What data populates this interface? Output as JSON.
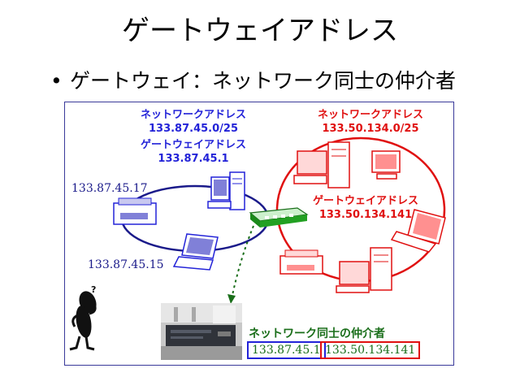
{
  "slide": {
    "title": "ゲートウェイアドレス",
    "bullet": "ゲートウェイ：ネットワーク同士の仲介者"
  },
  "left_network": {
    "network_label": "ネットワークアドレス",
    "network_address": "133.87.45.0/25",
    "gateway_label": "ゲートウェイアドレス",
    "gateway_address": "133.87.45.1",
    "host_1": "133.87.45.17",
    "host_2": "133.87.45.15"
  },
  "right_network": {
    "network_label": "ネットワークアドレス",
    "network_address": "133.50.134.0/25",
    "gateway_label": "ゲートウェイアドレス",
    "gateway_address": "133.50.134.141"
  },
  "gateway_device": {
    "title": "ネットワーク同士の仲介者",
    "left_ip": "133.87.45.1",
    "right_ip": "133.50.134.141"
  },
  "colors": {
    "left_network": "#2323d8",
    "right_network": "#e01010",
    "gateway": "#1a6e1a"
  }
}
